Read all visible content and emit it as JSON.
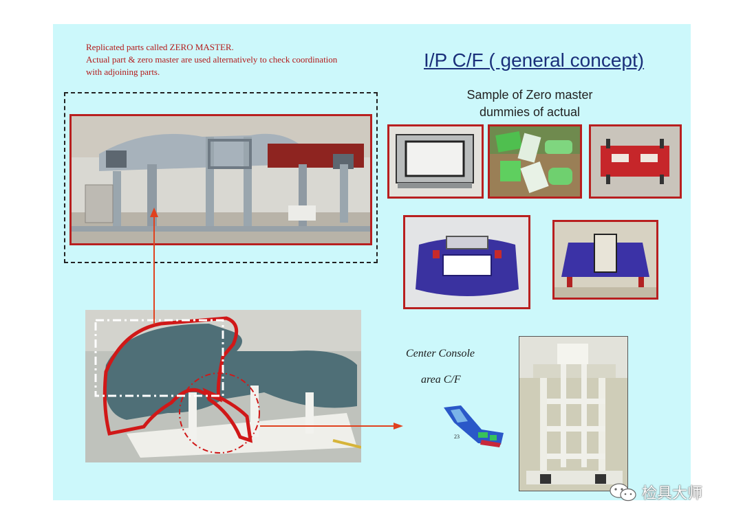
{
  "intro": {
    "lines": [
      "Replicated parts called ZERO MASTER.",
      "Actual part & zero master are used alternatively to check coordination",
      "with adjoining parts."
    ]
  },
  "title": "I/P C/F ( general concept)",
  "subtitle": {
    "line1": "Sample of Zero master",
    "line2": "dummies of actual"
  },
  "center_console": {
    "line1": "Center Console",
    "line2": "area C/F",
    "part_number": "23"
  },
  "watermark": {
    "text": "检具大师",
    "icon": "wechat-icon"
  },
  "colors": {
    "slide_bg": "#ccf8fb",
    "accent_red": "#b81f1f",
    "title_blue": "#1a2f7a"
  }
}
